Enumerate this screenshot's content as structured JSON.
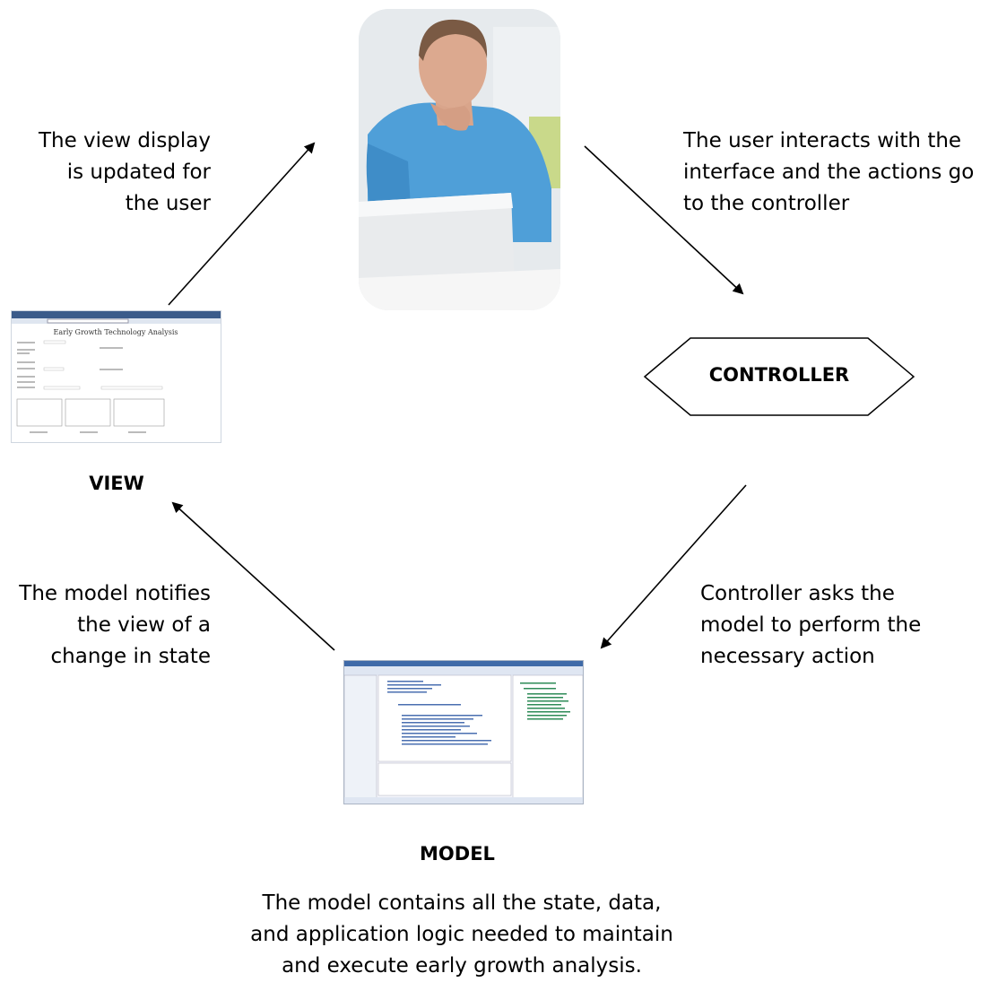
{
  "captions": {
    "view_updated": [
      "The view display",
      "is updated for",
      "the user"
    ],
    "user_interacts": [
      "The user interacts with the",
      "interface and the actions go",
      "to the controller"
    ],
    "model_notifies": [
      "The model notifies",
      "the view of a",
      "change in state"
    ],
    "controller_asks": [
      "Controller asks the",
      "model to perform the",
      "necessary action"
    ]
  },
  "labels": {
    "controller": "CONTROLLER",
    "view": "VIEW",
    "model": "MODEL"
  },
  "model_description": [
    "The model contains all the state, data,",
    "and application logic needed to maintain",
    "and execute early growth analysis."
  ],
  "view_screenshot": {
    "title": "Early Growth Technology Analysis"
  },
  "icons": {
    "user_photo": "person-at-laptop-photo",
    "view_image": "web-form-screenshot",
    "model_image": "ide-code-screenshot"
  },
  "colors": {
    "line": "#000000",
    "shirt": "#4f9fd8",
    "background": "#ffffff"
  }
}
